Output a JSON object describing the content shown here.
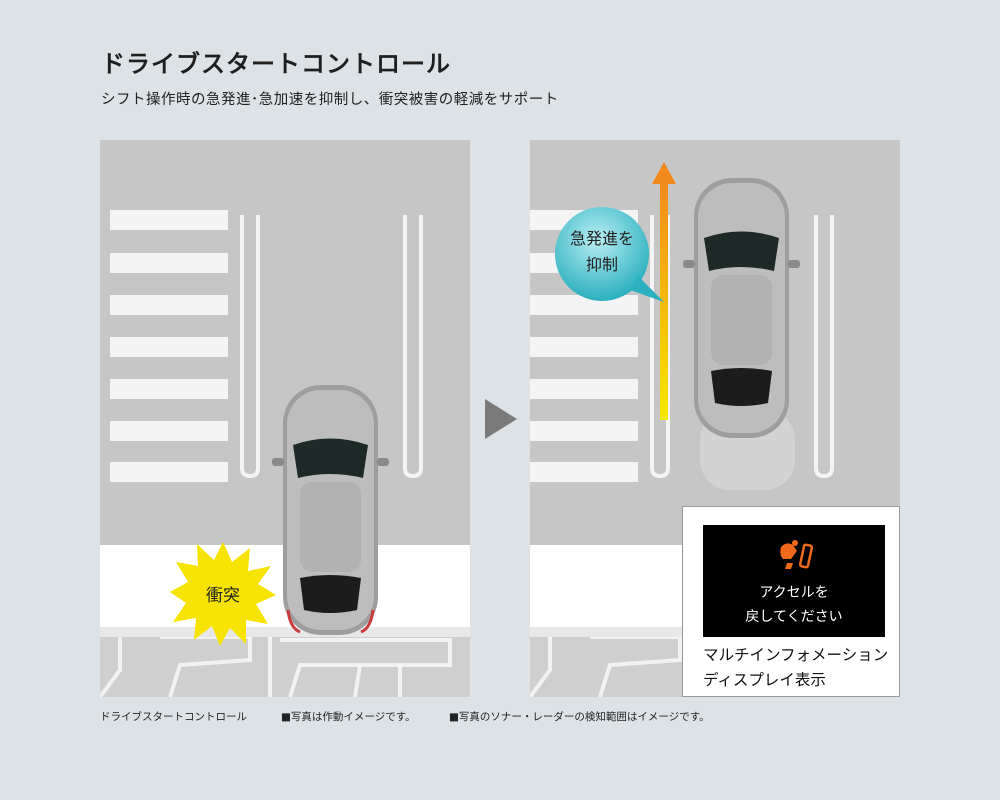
{
  "title": "ドライブスタートコントロール",
  "subtitle": "シフト操作時の急発進･急加速を抑制し、衝突被害の軽減をサポート",
  "left_panel": {
    "collision_label": "衝突"
  },
  "right_panel": {
    "bubble_line1": "急発進を",
    "bubble_line2": "抑制",
    "arrow_colors": {
      "top": "#f18a1c",
      "bottom": "#f5e800"
    },
    "mid": {
      "message_line1": "アクセルを",
      "message_line2": "戻してください",
      "caption_line1": "マルチインフォメーション",
      "caption_line2": "ディスプレイ表示",
      "icon": "accelerator-foot-icon",
      "icon_color": "#f06a1c"
    }
  },
  "footnotes": {
    "n1": "ドライブスタートコントロール",
    "n2": "■写真は作動イメージです。",
    "n3": "■写真のソナー・レーダーの検知範囲はイメージです。"
  },
  "colors": {
    "background": "#dce2e5",
    "road": "#c6c6c6",
    "bubble": "#2bb0bf",
    "burst": "#f7e300"
  }
}
